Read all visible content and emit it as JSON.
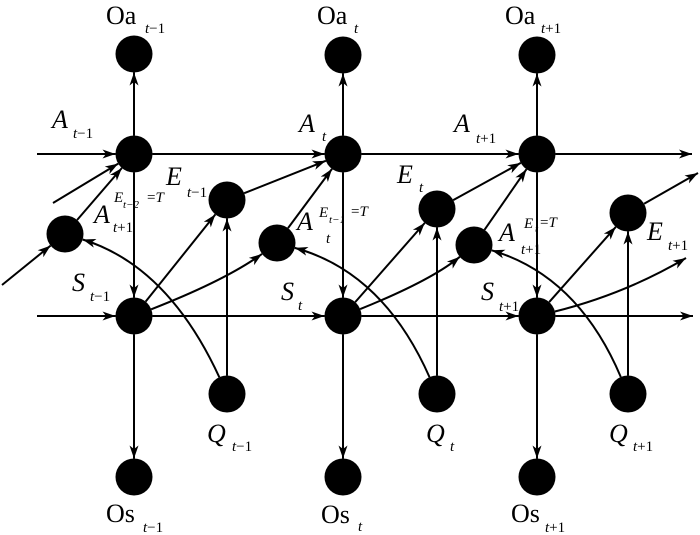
{
  "diagram": {
    "colors": {
      "ink": "#000000",
      "background": "#ffffff"
    },
    "nodes": {
      "oa_tm1": {
        "label": "Oa",
        "italic": false,
        "sub_var": "t",
        "sub_num": "−1"
      },
      "oa_t": {
        "label": "Oa",
        "italic": false,
        "sub_var": "t",
        "sub_num": ""
      },
      "oa_tp1": {
        "label": "Oa",
        "italic": false,
        "sub_var": "t",
        "sub_num": "+1"
      },
      "a_tm1": {
        "label": "A",
        "italic": true,
        "sub_var": "t",
        "sub_num": "−1"
      },
      "a_t": {
        "label": "A",
        "italic": true,
        "sub_var": "t",
        "sub_num": ""
      },
      "a_tp1": {
        "label": "A",
        "italic": true,
        "sub_var": "t",
        "sub_num": "+1"
      },
      "e_tm1": {
        "label": "E",
        "italic": true,
        "sub_var": "t",
        "sub_num": "−1"
      },
      "e_t": {
        "label": "E",
        "italic": true,
        "sub_var": "t",
        "sub_num": ""
      },
      "e_tp1": {
        "label": "E",
        "italic": true,
        "sub_var": "t",
        "sub_num": "+1"
      },
      "s_tm1": {
        "label": "S",
        "italic": true,
        "sub_var": "t",
        "sub_num": "−1"
      },
      "s_t": {
        "label": "S",
        "italic": true,
        "sub_var": "t",
        "sub_num": ""
      },
      "s_tp1": {
        "label": "S",
        "italic": true,
        "sub_var": "t",
        "sub_num": "+1"
      },
      "q_tm1": {
        "label": "Q",
        "italic": true,
        "sub_var": "t",
        "sub_num": "−1"
      },
      "q_t": {
        "label": "Q",
        "italic": true,
        "sub_var": "t",
        "sub_num": ""
      },
      "q_tp1": {
        "label": "Q",
        "italic": true,
        "sub_var": "t",
        "sub_num": "+1"
      },
      "os_tm1": {
        "label": "Os",
        "italic": false,
        "sub_var": "t",
        "sub_num": "−1"
      },
      "os_t": {
        "label": "Os",
        "italic": false,
        "sub_var": "t",
        "sub_num": ""
      },
      "os_tp1": {
        "label": "Os",
        "italic": false,
        "sub_var": "t",
        "sub_num": "+1"
      },
      "ac_tm1": {
        "label": "A",
        "italic": true,
        "sub_var": "t",
        "sub_num": "+1",
        "sup_var": "E",
        "sup_sub": "t−2",
        "sup_rel": "=",
        "sup_val": "T"
      },
      "ac_t": {
        "label": "A",
        "italic": true,
        "sub_var": "t",
        "sub_num": "",
        "sup_var": "E",
        "sup_sub": "t−1",
        "sup_rel": "=",
        "sup_val": "T"
      },
      "ac_tp1": {
        "label": "A",
        "italic": true,
        "sub_var": "t",
        "sub_num": "+1",
        "sup_var": "E",
        "sup_sub": "t",
        "sup_rel": "=",
        "sup_val": "T"
      }
    },
    "edges": [
      {
        "from": "offscreen_left_a",
        "to": "a_tm1"
      },
      {
        "from": "a_tm1",
        "to": "a_t"
      },
      {
        "from": "a_t",
        "to": "a_tp1"
      },
      {
        "from": "a_tp1",
        "to": "offscreen_right_a"
      },
      {
        "from": "offscreen_left_s",
        "to": "s_tm1"
      },
      {
        "from": "s_tm1",
        "to": "s_t"
      },
      {
        "from": "s_t",
        "to": "s_tp1"
      },
      {
        "from": "s_tp1",
        "to": "offscreen_right_s"
      },
      {
        "from": "a_tm1",
        "to": "oa_tm1"
      },
      {
        "from": "a_t",
        "to": "oa_t"
      },
      {
        "from": "a_tp1",
        "to": "oa_tp1"
      },
      {
        "from": "a_tm1",
        "to": "s_tm1"
      },
      {
        "from": "a_t",
        "to": "s_t"
      },
      {
        "from": "a_tp1",
        "to": "s_tp1"
      },
      {
        "from": "s_tm1",
        "to": "os_tm1"
      },
      {
        "from": "s_t",
        "to": "os_t"
      },
      {
        "from": "s_tp1",
        "to": "os_tp1"
      },
      {
        "from": "s_tm1",
        "to": "e_tm1"
      },
      {
        "from": "s_t",
        "to": "e_t"
      },
      {
        "from": "s_tp1",
        "to": "e_tp1"
      },
      {
        "from": "q_tm1",
        "to": "e_tm1"
      },
      {
        "from": "q_t",
        "to": "e_t"
      },
      {
        "from": "q_tp1",
        "to": "e_tp1"
      },
      {
        "from": "e_tm1",
        "to": "a_t"
      },
      {
        "from": "e_t",
        "to": "a_tp1"
      },
      {
        "from": "e_tp1",
        "to": "offscreen_right_e"
      },
      {
        "from": "ac_tm1",
        "to": "a_tm1"
      },
      {
        "from": "ac_t",
        "to": "a_t"
      },
      {
        "from": "ac_tp1",
        "to": "a_tp1"
      },
      {
        "from": "q_tm1",
        "to": "ac_tm1"
      },
      {
        "from": "q_t",
        "to": "ac_t"
      },
      {
        "from": "q_tp1",
        "to": "ac_tp1"
      },
      {
        "from": "s_tm1",
        "to": "ac_t"
      },
      {
        "from": "s_t",
        "to": "ac_tp1"
      },
      {
        "from": "s_tp1",
        "to": "offscreen_right_s2"
      },
      {
        "from": "offscreen_left_e",
        "to": "a_tm1"
      },
      {
        "from": "offscreen_left_s2",
        "to": "ac_tm1"
      }
    ]
  }
}
